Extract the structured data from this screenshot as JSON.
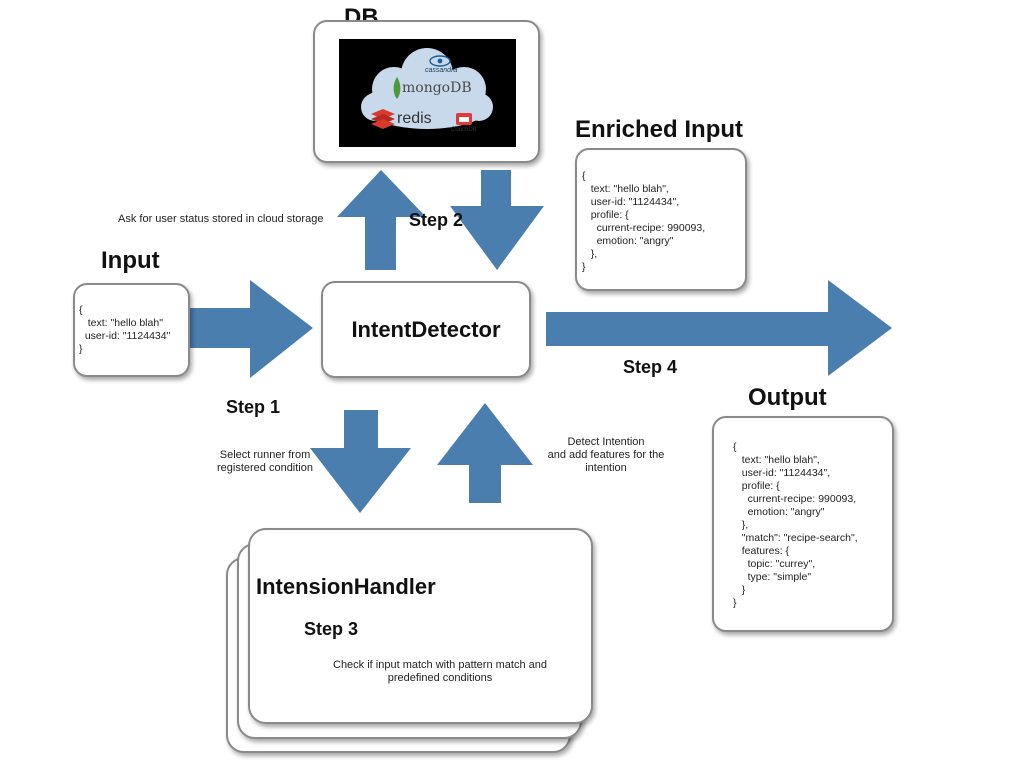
{
  "db": {
    "title": "DB",
    "logos": {
      "cassandra": "cassandra",
      "mongodb": "mongoDB",
      "redis": "redis",
      "couchdb": "CouchDB"
    }
  },
  "input": {
    "title": "Input",
    "code": "{\n   text: \"hello blah\"\n  user-id: \"1124434\"\n}"
  },
  "enriched_input": {
    "title": "Enriched Input",
    "code": "{\n   text: \"hello blah\",\n   user-id: \"1124434\",\n   profile: {\n     current-recipe: 990093,\n     emotion: \"angry\"\n   },\n}"
  },
  "output": {
    "title": "Output",
    "code": "{\n   text: \"hello blah\",\n   user-id: \"1124434\",\n   profile: {\n     current-recipe: 990093,\n     emotion: \"angry\"\n   },\n   \"match\": \"recipe-search\",\n   features: {\n     topic: \"currey\",\n     type: \"simple\"\n   }\n}"
  },
  "intent_detector": {
    "label": "IntentDetector"
  },
  "intension_handler": {
    "label": "IntensionHandler",
    "step": "Step 3",
    "note": "Check if input match with pattern match and\npredefined conditions"
  },
  "steps": {
    "step1": "Step 1",
    "step2": "Step 2",
    "step4": "Step 4"
  },
  "notes": {
    "ask_status": "Ask for user status stored in cloud storage",
    "select_runner": "Select runner from\nregistered condition",
    "detect_intention": "Detect Intention\nand add features for the\nintention"
  },
  "colors": {
    "arrow": "#4a7eae",
    "db_panel": "#000000",
    "cloud": "#c9d9ec"
  }
}
